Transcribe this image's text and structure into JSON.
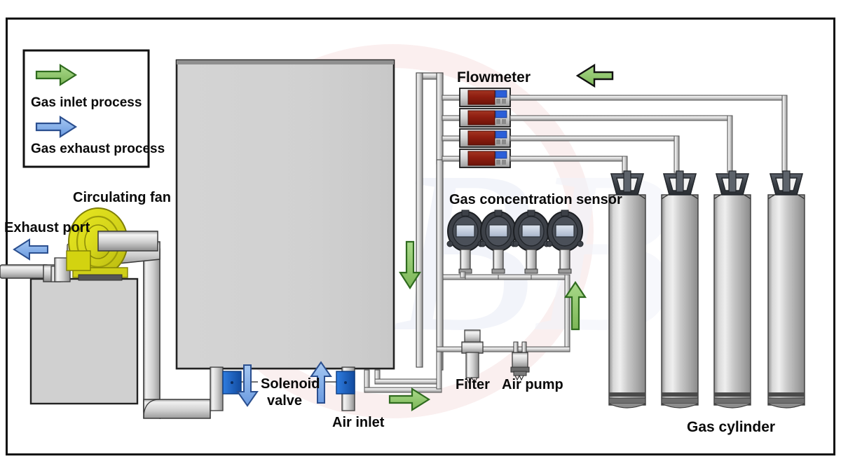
{
  "diagram": {
    "title": "Gas mixing / dilution test chamber schematic",
    "border_color": "#111111",
    "background": "#ffffff"
  },
  "legend": {
    "name": "legend-box",
    "items": [
      {
        "label": "Gas inlet process",
        "arrow": "right-arrow-icon",
        "color": "#8cc265",
        "stroke": "#2f6b1f"
      },
      {
        "label": "Gas exhaust process",
        "arrow": "right-arrow-icon",
        "color": "#7aa9e9",
        "stroke": "#2b4f8f"
      }
    ]
  },
  "labels": {
    "circulating_fan": "Circulating fan",
    "exhaust_port": "Exhaust port",
    "solenoid_valve_line1": "Solenoid",
    "solenoid_valve_line2": "valve",
    "air_inlet": "Air inlet",
    "flowmeter": "Flowmeter",
    "gas_concentration_sensor": "Gas concentration sensor",
    "filter": "Filter",
    "air_pump": "Air pump",
    "gas_cylinder": "Gas cylinder"
  },
  "colors": {
    "green_arrow_fill": "#8cc265",
    "green_arrow_stroke": "#111111",
    "blue_arrow_fill": "#7aa9e9",
    "blue_arrow_stroke": "#2b4f8f",
    "fan_yellow": "#dada20",
    "fan_yellow_dark": "#b9b910",
    "chamber_fill": "#d2d2d2",
    "chamber_stroke": "#222222",
    "pipe_light": "#f2f2f2",
    "pipe_mid": "#bdbdbd",
    "pipe_dark": "#8a8a8a",
    "flowmeter_body": "#8e1e10",
    "flowmeter_display": "#2b5fd9",
    "flowmeter_case": "#d9d9d9",
    "solenoid_blue": "#1f64c8",
    "cylinder_light": "#e3e3e3",
    "cylinder_mid": "#b4b4b4",
    "cylinder_dark": "#8d8d8d",
    "valve_guard": "#3a3f45",
    "sensor_body": "#3d4148",
    "sensor_screen": "#b9c4d6",
    "watermark_blue": "#c3c8e4",
    "watermark_pink": "#f2dcdc"
  },
  "counts": {
    "flowmeters": 4,
    "sensors": 4,
    "cylinders": 4,
    "solenoid_valves": 2
  },
  "arrows": {
    "exhaust_port_arrow": "left-arrow-icon-blue",
    "chamber_down_arrow": "down-arrow-icon-green",
    "solenoid_down_arrow": "down-arrow-icon-blue",
    "solenoid_up_arrow": "up-arrow-icon-blue",
    "inlet_right_arrow": "right-arrow-icon-green",
    "pump_up_arrow": "up-arrow-icon-green",
    "top_left_arrow": "left-arrow-icon-green"
  },
  "watermark": {
    "text": "IIB",
    "visible": true
  }
}
